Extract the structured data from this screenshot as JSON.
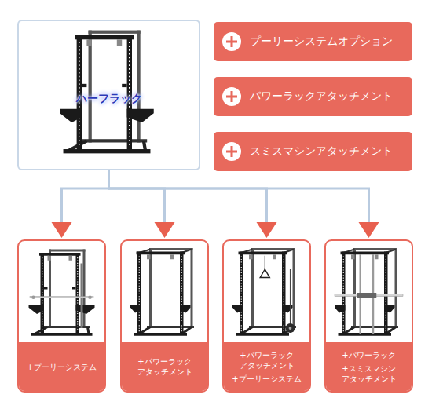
{
  "diagram": {
    "nodes": [
      {
        "text": [
          "ハーフラック"
        ]
      },
      {
        "text": [
          "プーリーシステムオプション"
        ]
      },
      {
        "text": [
          "パワーラックアタッチメント"
        ]
      },
      {
        "text": [
          "スミスマシンアタッチメント"
        ]
      },
      {
        "text": [
          "+プーリーシステム"
        ]
      },
      {
        "text": [
          "+パワーラック アタッチメント"
        ]
      },
      {
        "text": [
          "+パワーラック アタッチメント",
          "+プーリーシステム"
        ]
      },
      {
        "text": [
          "+パワーラック",
          "+スミスマシン アタッチメント"
        ]
      }
    ],
    "edges": [
      {
        "from": 0,
        "to": 4,
        "arrow": "to"
      },
      {
        "from": 0,
        "to": 5,
        "arrow": "to"
      },
      {
        "from": 0,
        "to": 6,
        "arrow": "to"
      },
      {
        "from": 0,
        "to": 7,
        "arrow": "to"
      }
    ]
  }
}
